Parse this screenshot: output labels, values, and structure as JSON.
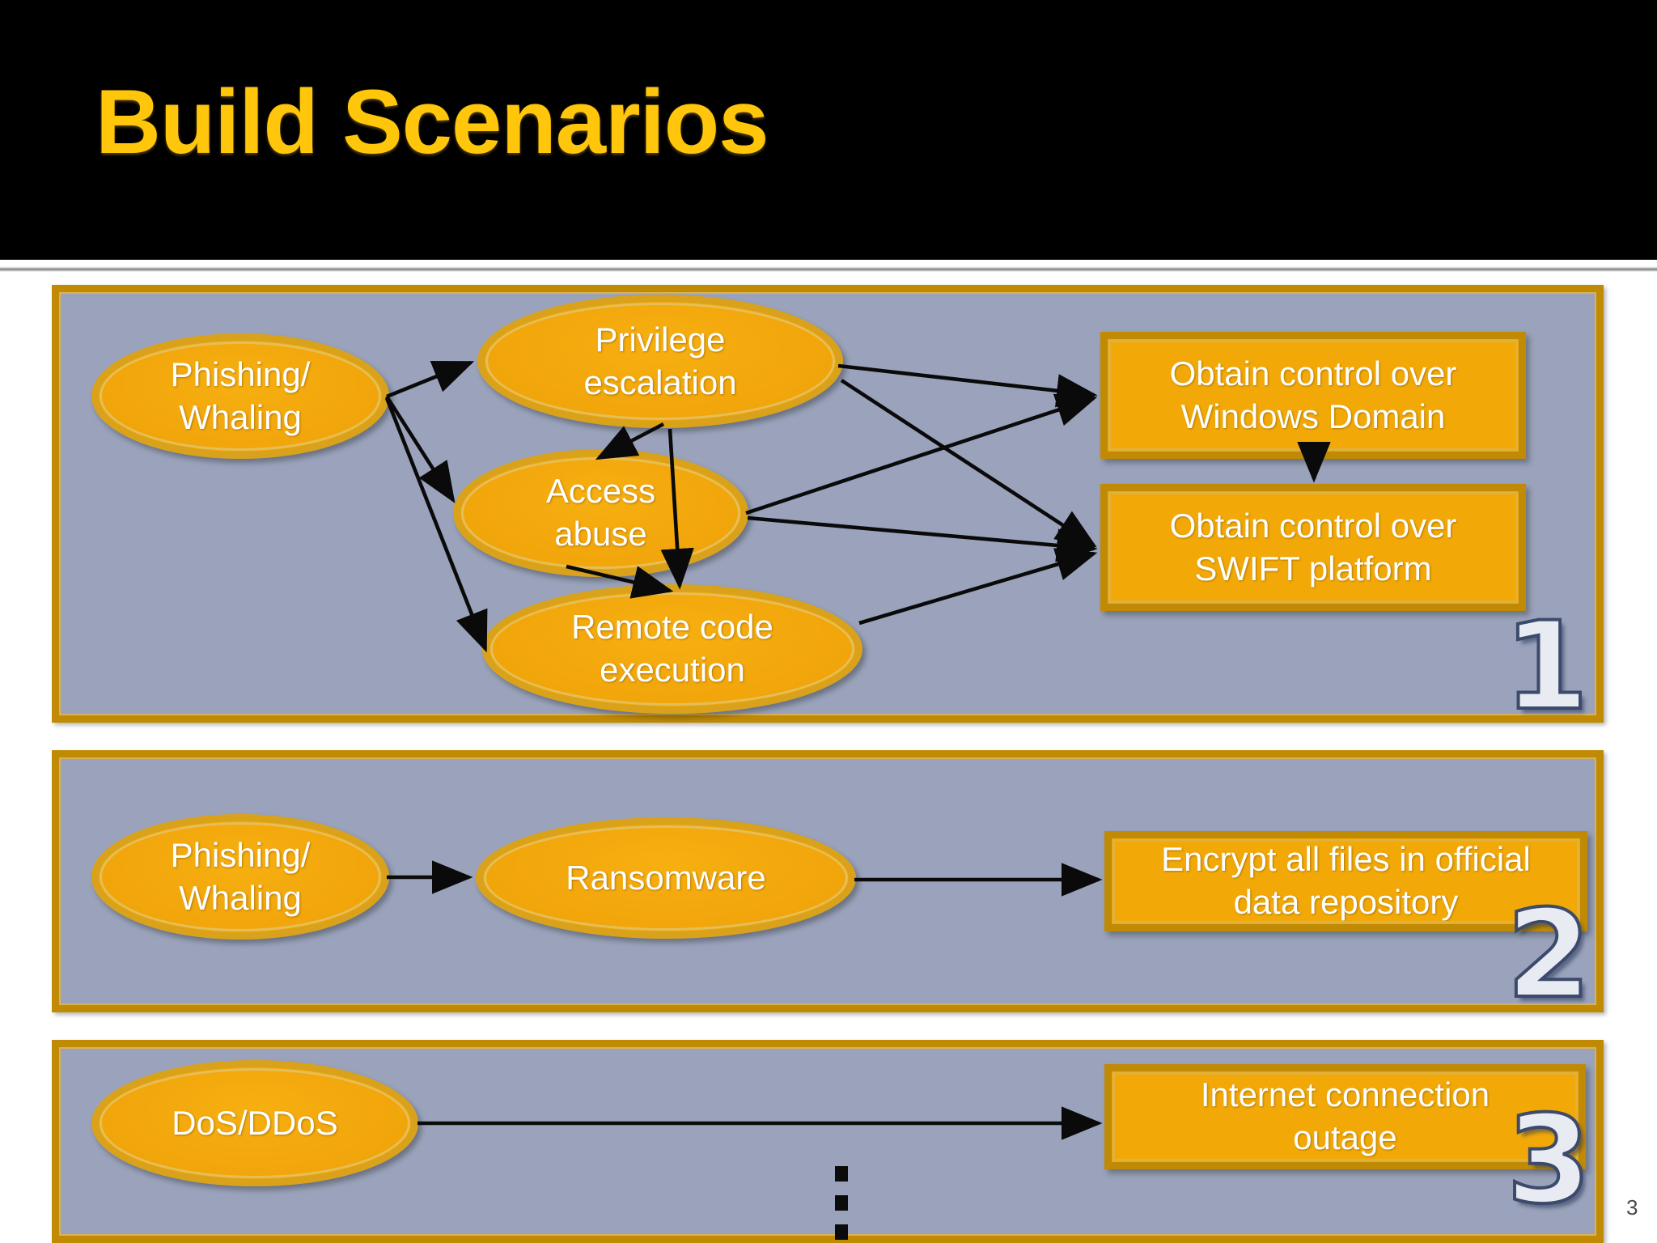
{
  "slide": {
    "title": "Build Scenarios",
    "page_number": "3",
    "colors": {
      "title_text": "#FFC60B",
      "header_background": "#000000",
      "panel_background": "#9aa3bb",
      "panel_border": "#C08A04",
      "node_fill": "#F2A908",
      "node_border": "#D9A21A",
      "node_text": "#FFFFFF",
      "badge_fill": "#E9EBF2",
      "badge_outline": "#3C4A6B"
    }
  },
  "scenarios": [
    {
      "badge": "1",
      "nodes": {
        "phishing": "Phishing/\nWhaling",
        "phishing_line1": "Phishing/",
        "phishing_line2": "Whaling",
        "privilege_line1": "Privilege",
        "privilege_line2": "escalation",
        "access_line1": "Access",
        "access_line2": "abuse",
        "rce_line1": "Remote code",
        "rce_line2": "execution",
        "windows_line1": "Obtain control over",
        "windows_line2": "Windows Domain",
        "swift_line1": "Obtain control over",
        "swift_line2": "SWIFT platform"
      },
      "edges": [
        {
          "from": "Phishing/Whaling",
          "to": "Privilege escalation"
        },
        {
          "from": "Phishing/Whaling",
          "to": "Access abuse"
        },
        {
          "from": "Phishing/Whaling",
          "to": "Remote code execution"
        },
        {
          "from": "Privilege escalation",
          "to": "Access abuse"
        },
        {
          "from": "Privilege escalation",
          "to": "Remote code execution"
        },
        {
          "from": "Access abuse",
          "to": "Remote code execution"
        },
        {
          "from": "Privilege escalation",
          "to": "Obtain control over Windows Domain"
        },
        {
          "from": "Privilege escalation",
          "to": "Obtain control over SWIFT platform"
        },
        {
          "from": "Access abuse",
          "to": "Obtain control over Windows Domain"
        },
        {
          "from": "Access abuse",
          "to": "Obtain control over SWIFT platform"
        },
        {
          "from": "Remote code execution",
          "to": "Obtain control over SWIFT platform"
        },
        {
          "from": "Obtain control over Windows Domain",
          "to": "Obtain control over SWIFT platform"
        }
      ]
    },
    {
      "badge": "2",
      "nodes": {
        "phishing_line1": "Phishing/",
        "phishing_line2": "Whaling",
        "ransomware": "Ransomware",
        "encrypt_line1": "Encrypt all files in official",
        "encrypt_line2": "data repository"
      },
      "edges": [
        {
          "from": "Phishing/Whaling",
          "to": "Ransomware"
        },
        {
          "from": "Ransomware",
          "to": "Encrypt all files in official data repository"
        }
      ]
    },
    {
      "badge": "3",
      "nodes": {
        "dos": "DoS/DDoS",
        "internet_line1": "Internet connection",
        "internet_line2": "outage"
      },
      "edges": [
        {
          "from": "DoS/DDoS",
          "to": "Internet connection outage"
        }
      ]
    }
  ]
}
